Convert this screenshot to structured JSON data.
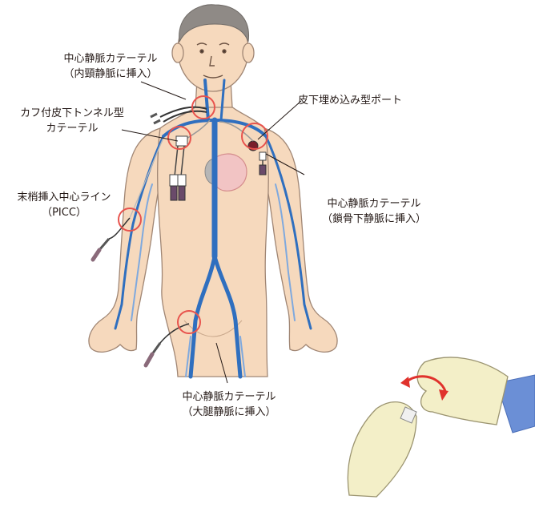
{
  "labels": {
    "ijv": {
      "line1": "中心静脈カテーテル",
      "line2": "（内頸静脈に挿入）"
    },
    "cuffed": {
      "line1": "カフ付皮下トンネル型",
      "line2": "カテーテル"
    },
    "port": {
      "line1": "皮下埋め込み型ポート"
    },
    "picc": {
      "line1": "末梢挿入中心ライン",
      "line2": "（PICC）"
    },
    "subclavian": {
      "line1": "中心静脈カテーテル",
      "line2": "（鎖骨下静脈に挿入）"
    },
    "femoral": {
      "line1": "中心静脈カテーテル",
      "line2": "（大腿静脈に挿入）"
    }
  },
  "colors": {
    "skin": "#f6d9bd",
    "skin_outline": "#a08674",
    "hair": "#8f8a86",
    "vein": "#2f6fbf",
    "vein_light": "#7fa9de",
    "highlight_ring": "#e8534d",
    "glove": "#f3efc8",
    "sleeve": "#6b8fd6",
    "arrow": "#e0322c"
  }
}
